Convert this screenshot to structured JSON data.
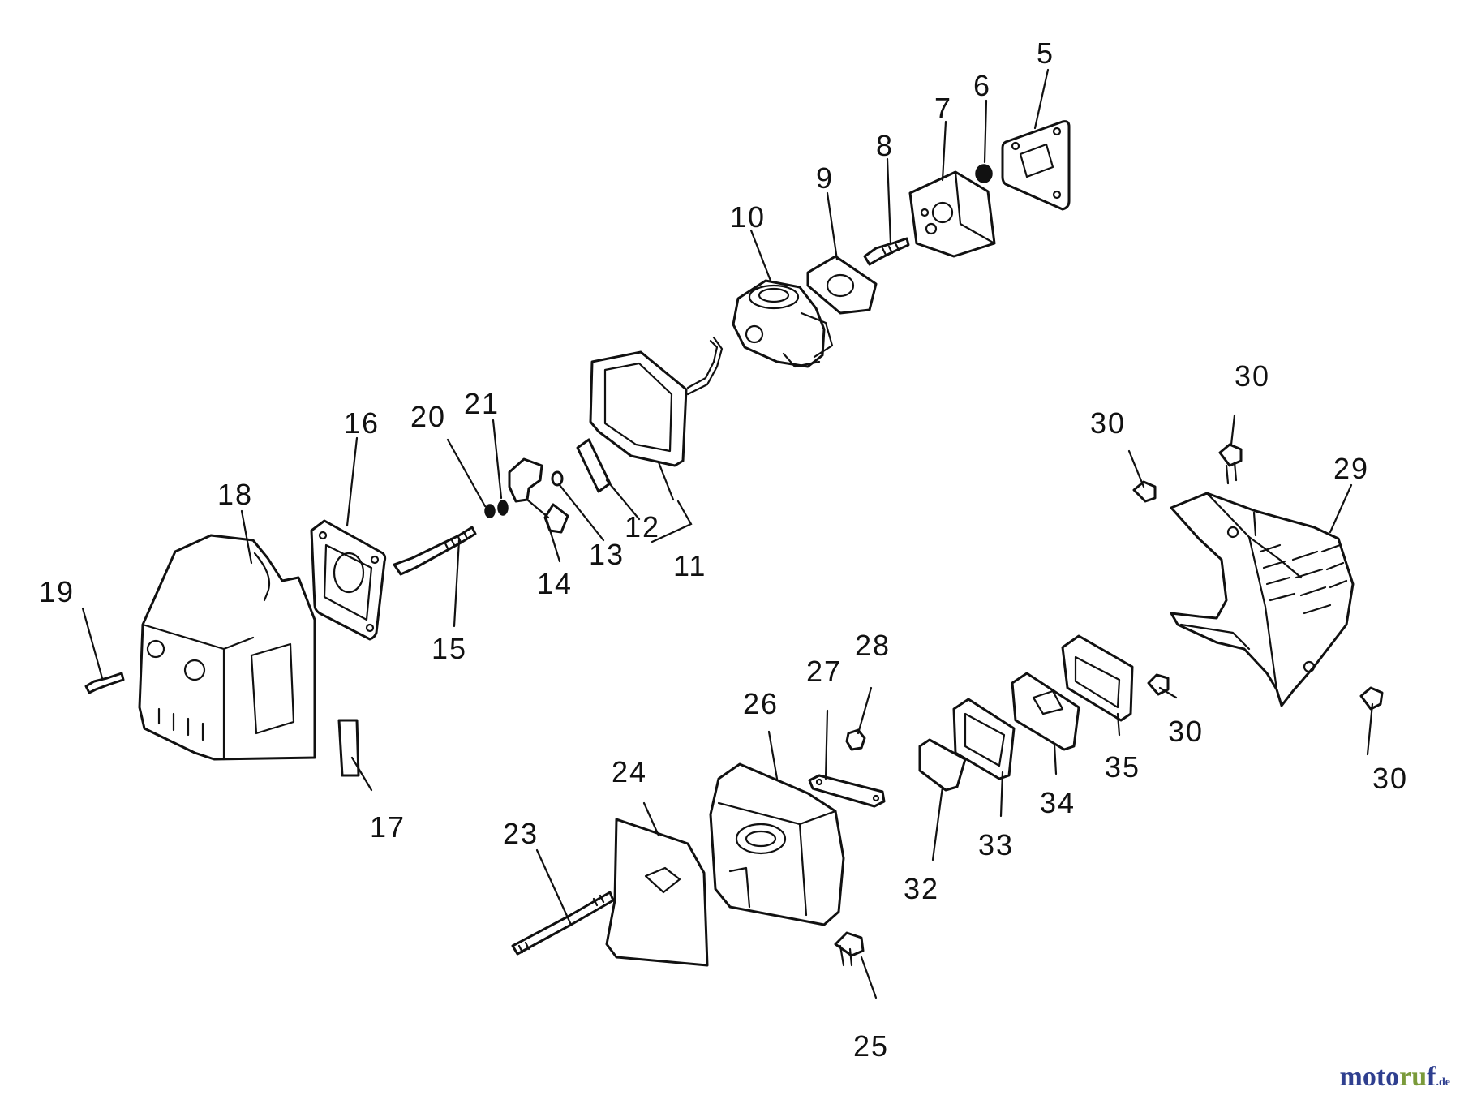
{
  "diagram": {
    "callouts": [
      {
        "id": "c5",
        "text": "5"
      },
      {
        "id": "c6",
        "text": "6"
      },
      {
        "id": "c7",
        "text": "7"
      },
      {
        "id": "c8",
        "text": "8"
      },
      {
        "id": "c9",
        "text": "9"
      },
      {
        "id": "c10",
        "text": "10"
      },
      {
        "id": "c11",
        "text": "11"
      },
      {
        "id": "c12",
        "text": "12"
      },
      {
        "id": "c13",
        "text": "13"
      },
      {
        "id": "c14",
        "text": "14"
      },
      {
        "id": "c15",
        "text": "15"
      },
      {
        "id": "c16",
        "text": "16"
      },
      {
        "id": "c17",
        "text": "17"
      },
      {
        "id": "c18",
        "text": "18"
      },
      {
        "id": "c19",
        "text": "19"
      },
      {
        "id": "c20",
        "text": "20"
      },
      {
        "id": "c21",
        "text": "21"
      },
      {
        "id": "c23",
        "text": "23"
      },
      {
        "id": "c24",
        "text": "24"
      },
      {
        "id": "c25",
        "text": "25"
      },
      {
        "id": "c26",
        "text": "26"
      },
      {
        "id": "c27",
        "text": "27"
      },
      {
        "id": "c28",
        "text": "28"
      },
      {
        "id": "c29",
        "text": "29"
      },
      {
        "id": "c30a",
        "text": "30"
      },
      {
        "id": "c30b",
        "text": "30"
      },
      {
        "id": "c30c",
        "text": "30"
      },
      {
        "id": "c30d",
        "text": "30"
      },
      {
        "id": "c32",
        "text": "32"
      },
      {
        "id": "c33",
        "text": "33"
      },
      {
        "id": "c34",
        "text": "34"
      },
      {
        "id": "c35",
        "text": "35"
      }
    ]
  },
  "watermark": {
    "main": "moto",
    "accent": "ru",
    "tail": "f",
    "tld": ".de"
  }
}
